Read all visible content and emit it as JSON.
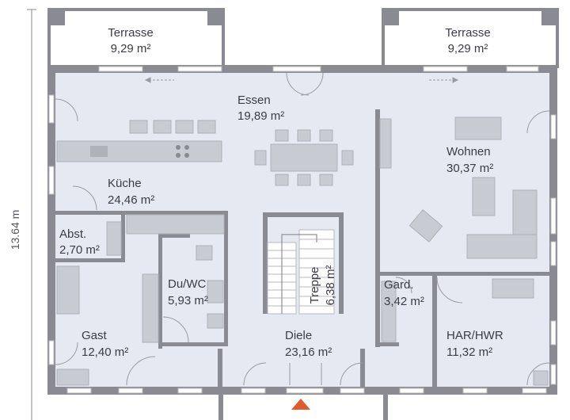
{
  "plan": {
    "dimension": "13.64 m",
    "colors": {
      "floor": "#e6e8f2",
      "wall": "#8a8a92",
      "furniture": "#c9cbd2",
      "entry_marker": "#e05a2b"
    },
    "rooms": {
      "terrasse_left": {
        "name": "Terrasse",
        "area": "9,29 m²"
      },
      "terrasse_right": {
        "name": "Terrasse",
        "area": "9,29 m²"
      },
      "essen": {
        "name": "Essen",
        "area": "19,89 m²"
      },
      "wohnen": {
        "name": "Wohnen",
        "area": "30,37 m²"
      },
      "kueche": {
        "name": "Küche",
        "area": "24,46 m²"
      },
      "abst": {
        "name": "Abst.",
        "area": "2,70 m²"
      },
      "duwc": {
        "name": "Du/WC",
        "area": "5,93 m²"
      },
      "treppe": {
        "name": "Treppe",
        "area": "6,38 m²"
      },
      "gard": {
        "name": "Gard.",
        "area": "3,42 m²"
      },
      "gast": {
        "name": "Gast",
        "area": "12,40 m²"
      },
      "diele": {
        "name": "Diele",
        "area": "23,16 m²"
      },
      "harhwr": {
        "name": "HAR/HWR",
        "area": "11,32 m²"
      }
    }
  }
}
